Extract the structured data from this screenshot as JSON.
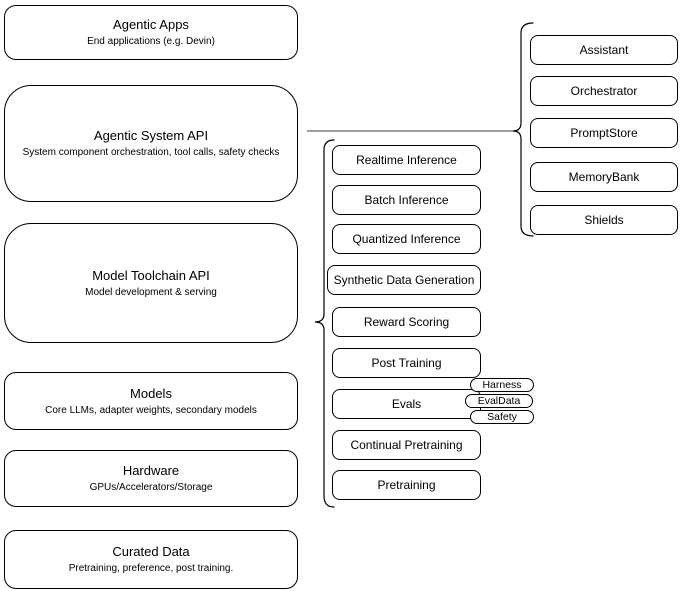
{
  "diagram": {
    "left_column": [
      {
        "title": "Agentic Apps",
        "subtitle": "End applications (e.g. Devin)"
      },
      {
        "title": "Agentic System API",
        "subtitle": "System component orchestration, tool calls, safety checks"
      },
      {
        "title": "Model Toolchain API",
        "subtitle": "Model development & serving"
      },
      {
        "title": "Models",
        "subtitle": "Core LLMs, adapter weights, secondary models"
      },
      {
        "title": "Hardware",
        "subtitle": "GPUs/Accelerators/Storage"
      },
      {
        "title": "Curated Data",
        "subtitle": "Pretraining, preference, post training."
      }
    ],
    "toolchain_services": [
      "Realtime Inference",
      "Batch Inference",
      "Quantized Inference",
      "Synthetic Data Generation",
      "Reward Scoring",
      "Post Training",
      "Evals",
      "Continual Pretraining",
      "Pretraining"
    ],
    "evals_tags": [
      "Harness",
      "EvalData",
      "Safety"
    ],
    "system_components": [
      "Assistant",
      "Orchestrator",
      "PromptStore",
      "MemoryBank",
      "Shields"
    ],
    "colors": {
      "stroke": "#000000",
      "connector_line": "#404040",
      "box_fill": "#ffffff",
      "background": "#ffffff",
      "text": "#000000"
    }
  }
}
